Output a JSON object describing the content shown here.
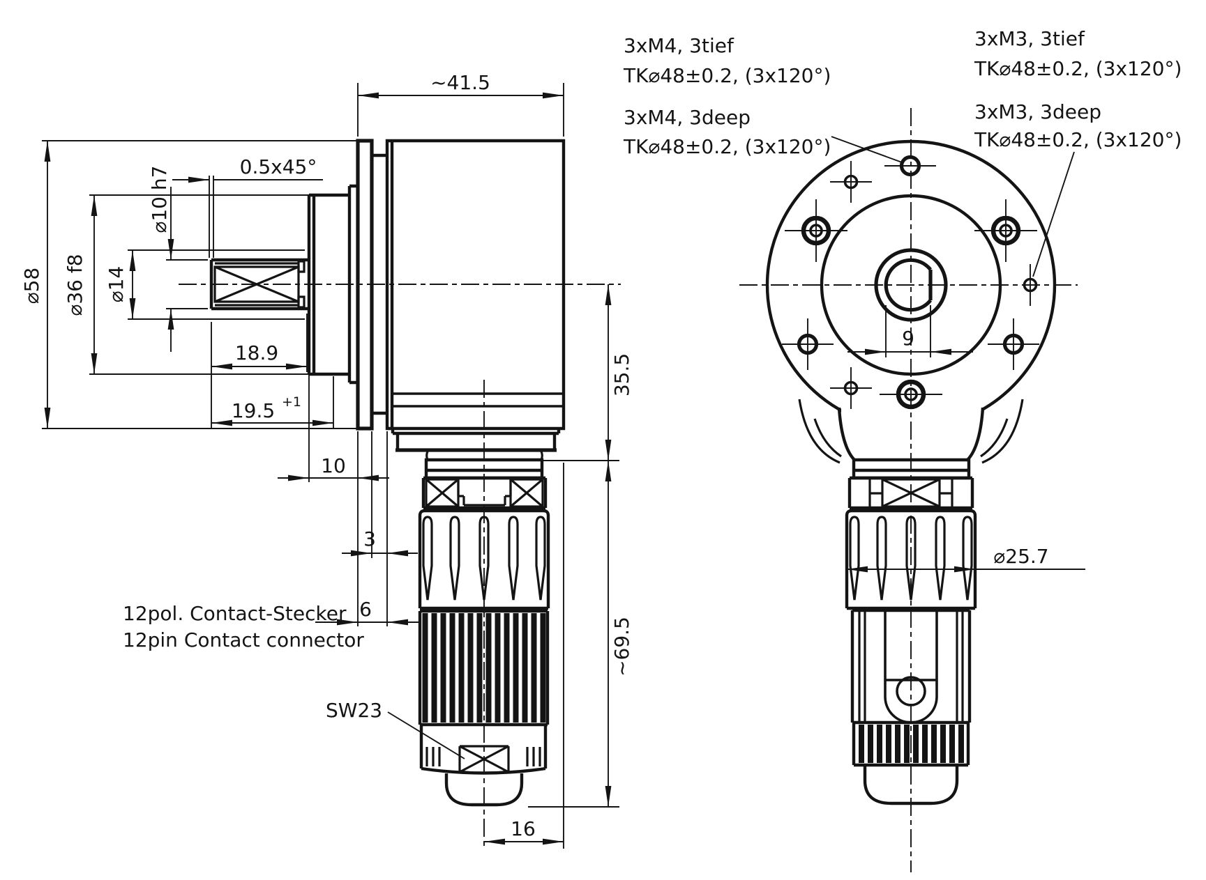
{
  "colors": {
    "ink": "#141414",
    "paper": "#ffffff"
  },
  "callouts": {
    "m4_tief": {
      "line1": "3xM4, 3tief",
      "line2": "TK⌀48±0.2, (3x120°)"
    },
    "m4_deep": {
      "line1": "3xM4, 3deep",
      "line2": "TK⌀48±0.2, (3x120°)"
    },
    "m3_tief": {
      "line1": "3xM3, 3tief",
      "line2": "TK⌀48±0.2, (3x120°)"
    },
    "m3_deep": {
      "line1": "3xM3, 3deep",
      "line2": "TK⌀48±0.2, (3x120°)"
    },
    "plug_line_de": "12pol. Contact-Stecker",
    "plug_line_en": "12pin Contact connector",
    "wrench_size": "SW23"
  },
  "dimensions": {
    "housing_length": "~41.5",
    "shaft_chamfer": "0.5x45°",
    "shaft_diameter": "⌀10 h7",
    "clamp_diameter": "⌀14",
    "pilot_diameter": "⌀36 f8",
    "flange_diameter": "⌀58",
    "shaft_usable_length": "18.9",
    "shaft_length": "19.5",
    "shaft_length_tolerance": "+1",
    "mounting_depth": "10",
    "flange_thickness": "3",
    "pilot_length": "6",
    "axis_to_base": "35.5",
    "connector_length": "~69.5",
    "connector_offset": "16",
    "shaft_flat": "9",
    "connector_diameter": "⌀25.7"
  }
}
